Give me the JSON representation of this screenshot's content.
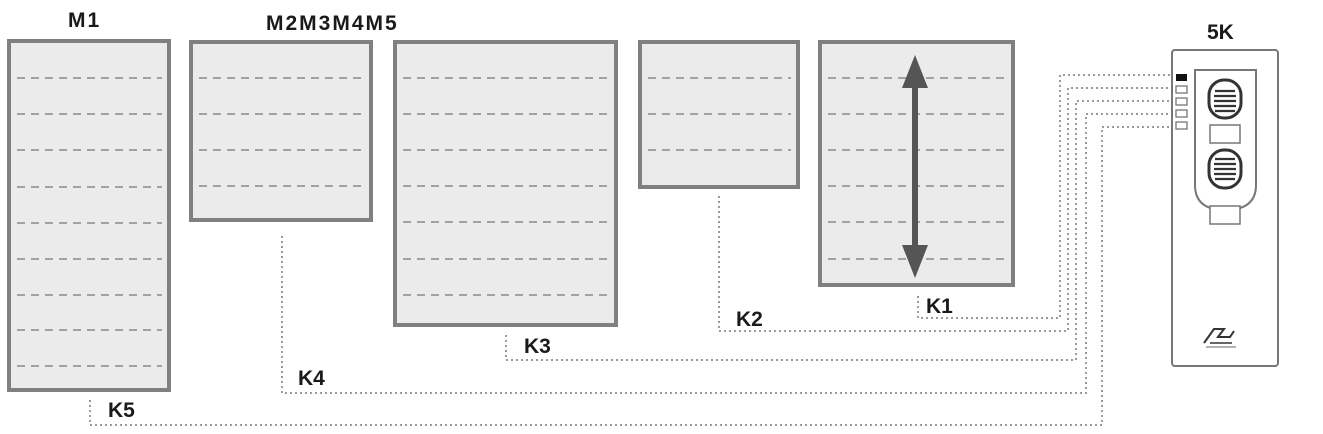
{
  "labels": {
    "m1": "M1",
    "m2_m5": "M2M3M4M5",
    "remote": "5K",
    "k1": "K1",
    "k2": "K2",
    "k3": "K3",
    "k4": "K4",
    "k5": "K5"
  },
  "colors": {
    "panel_fill": "#ebebeb",
    "panel_border": "#808080",
    "slat_dash": "#8a8a8a",
    "wire": "#9a9a9a",
    "arrow": "#555555",
    "remote_border": "#777777",
    "text": "#1a1a1a"
  },
  "icons": {
    "remote": "remote-control-icon",
    "arrow": "up-down-arrow-icon",
    "logo": "manufacturer-logo-icon"
  }
}
